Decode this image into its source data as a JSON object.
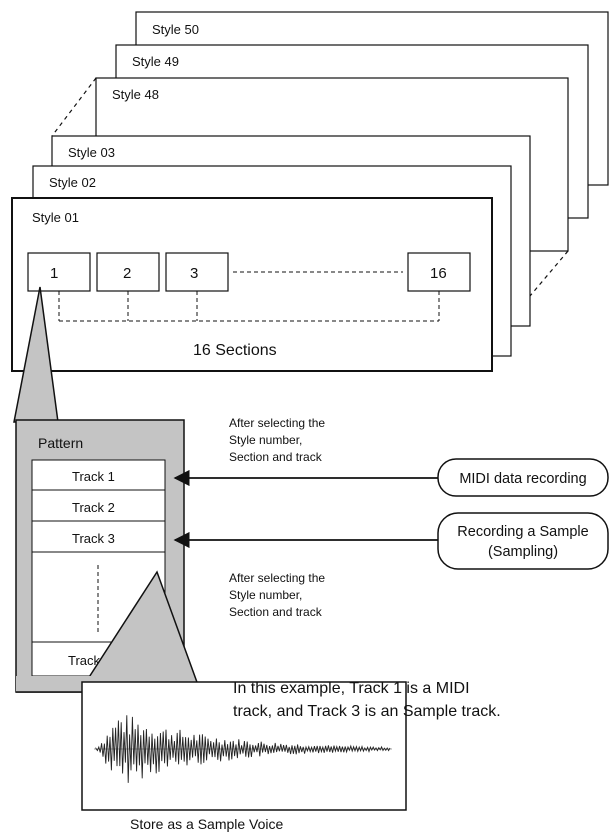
{
  "styles": {
    "back": [
      "Style 50",
      "Style 49",
      "Style 48"
    ],
    "middle": [
      "Style 03",
      "Style 02"
    ],
    "front": "Style 01"
  },
  "sections": {
    "boxes": [
      "1",
      "2",
      "3",
      "16"
    ],
    "caption": "16 Sections"
  },
  "pattern": {
    "title": "Pattern",
    "tracks": [
      "Track 1",
      "Track 2",
      "Track 3",
      "Track 16"
    ]
  },
  "annotations": {
    "upper": [
      "After selecting the",
      "Style number,",
      "Section and track"
    ],
    "lower": [
      "After selecting the",
      "Style number,",
      "Section and track"
    ]
  },
  "sources": {
    "midi": "MIDI data recording",
    "sample": [
      "Recording a Sample",
      "(Sampling)"
    ]
  },
  "example_note": [
    "In this example, Track 1 is a MIDI",
    "track, and Track 3 is an Sample track."
  ],
  "footer": "Store as a Sample Voice",
  "colors": {
    "pattern_fill": "#c4c4c4",
    "line": "#111111",
    "background": "#ffffff"
  }
}
